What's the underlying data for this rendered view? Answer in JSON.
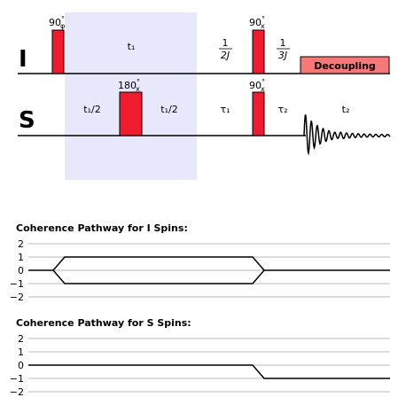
{
  "sequence": {
    "channel_i": "I",
    "channel_s": "S",
    "pulse_i_first": {
      "angle": "90",
      "phase": "φ"
    },
    "pulse_i_second": {
      "angle": "90",
      "phase": "x"
    },
    "pulse_s_180": {
      "angle": "180",
      "phase": "x"
    },
    "pulse_s_90": {
      "angle": "90",
      "phase": "x"
    },
    "delay_t1": "t₁",
    "delay_half_left": "t₁/2",
    "delay_half_right": "t₁/2",
    "delay_1_2j": {
      "num": "1",
      "den": "2J"
    },
    "delay_1_3j": {
      "num": "1",
      "den": "3J"
    },
    "delay_tau1": "τ₁",
    "delay_tau2": "τ₂",
    "delay_t2": "t₂",
    "decoupling_label": "Decoupling",
    "colors": {
      "pulse": "#ee1c2e",
      "decoupling": "#f87878",
      "t1_region": "#e8e8fc"
    }
  },
  "pathway_i": {
    "title": "Coherence Pathway for I Spins:",
    "levels": [
      "2",
      "1",
      "0",
      "−1",
      "−2"
    ]
  },
  "pathway_s": {
    "title": "Coherence Pathway for S Spins:",
    "levels": [
      "2",
      "1",
      "0",
      "−1",
      "−2"
    ]
  }
}
